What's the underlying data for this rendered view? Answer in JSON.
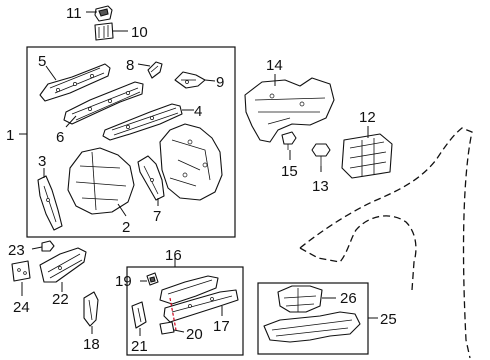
{
  "callouts": {
    "c1": "1",
    "c2": "2",
    "c3": "3",
    "c4": "4",
    "c5": "5",
    "c6": "6",
    "c7": "7",
    "c8": "8",
    "c9": "9",
    "c10": "10",
    "c11": "11",
    "c12": "12",
    "c13": "13",
    "c14": "14",
    "c15": "15",
    "c16": "16",
    "c17": "17",
    "c18": "18",
    "c19": "19",
    "c20": "20",
    "c21": "21",
    "c22": "22",
    "c23": "23",
    "c24": "24",
    "c25": "25",
    "c26": "26"
  },
  "colors": {
    "line": "#111111",
    "accent": "#d0021b",
    "background": "#ffffff"
  }
}
